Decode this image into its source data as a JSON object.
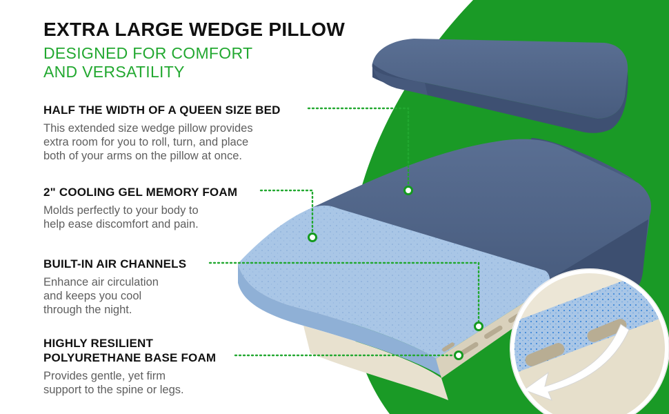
{
  "header": {
    "title": "EXTRA LARGE WEDGE PILLOW",
    "subtitle": "DESIGNED FOR COMFORT\nAND VERSATILITY"
  },
  "features": [
    {
      "heading": "HALF THE WIDTH OF A QUEEN SIZE BED",
      "description": "This extended size wedge pillow provides\nextra room for you to roll, turn, and place\nboth of your arms on the pillow at once."
    },
    {
      "heading": "2\" COOLING GEL MEMORY FOAM",
      "description": "Molds perfectly to your body to\nhelp ease discomfort and pain."
    },
    {
      "heading": "BUILT-IN AIR CHANNELS",
      "description": "Enhance air circulation\nand keeps you cool\nthrough the night."
    },
    {
      "heading": "HIGHLY RESILIENT\nPOLYURETHANE BASE FOAM",
      "description": "Provides gentle, yet firm\nsupport to the spine or legs."
    }
  ],
  "colors": {
    "accent_green": "#22a830",
    "background_green": "#1a9a26",
    "pillow_navy": "#4e6385",
    "gel_foam_blue": "#a9c6e6",
    "base_foam_cream": "#e8e1cf"
  }
}
